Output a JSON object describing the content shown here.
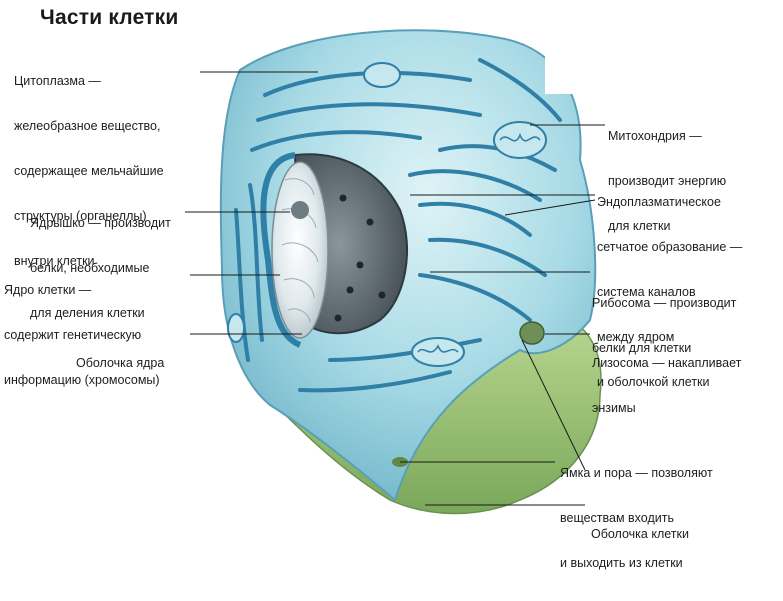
{
  "title": "Части клетки",
  "labels": {
    "cytoplasm": [
      "Цитоплазма —",
      "желеобразное вещество,",
      "содержащее мельчайшие",
      "структуры (органеллы)",
      "внутри клетки"
    ],
    "nucleolus": [
      "Ядрышко — производит",
      "белки, необходимые",
      "для деления клетки"
    ],
    "nucleus": [
      "Ядро клетки —",
      "содержит генетическую",
      "информацию (хромосомы)"
    ],
    "nuclear_envelope": [
      "Оболочка ядра"
    ],
    "mitochondrion": [
      "Митохондрия —",
      "производит энергию",
      "для клетки"
    ],
    "er": [
      "Эндоплазматическое",
      "сетчатое образование —",
      "система каналов",
      "между ядром",
      "и оболочкой клетки"
    ],
    "ribosome": [
      "Рибосома — производит",
      "белки для клетки"
    ],
    "lysosome": [
      "Лизосома — накапливает",
      "энзимы"
    ],
    "pore": [
      "Ямка и пора — позволяют",
      "веществам входить",
      "и выходить из клетки"
    ],
    "membrane": [
      "Оболочка клетки"
    ]
  },
  "colors": {
    "cell_light": "#cfeaf0",
    "cell_mid": "#8fcfdd",
    "cell_dark": "#4f9fb8",
    "er": "#2f7fa6",
    "base_green": "#9dc27a",
    "nucleus_dark": "#5f6a70",
    "nucleolus": "#e9eef0"
  }
}
